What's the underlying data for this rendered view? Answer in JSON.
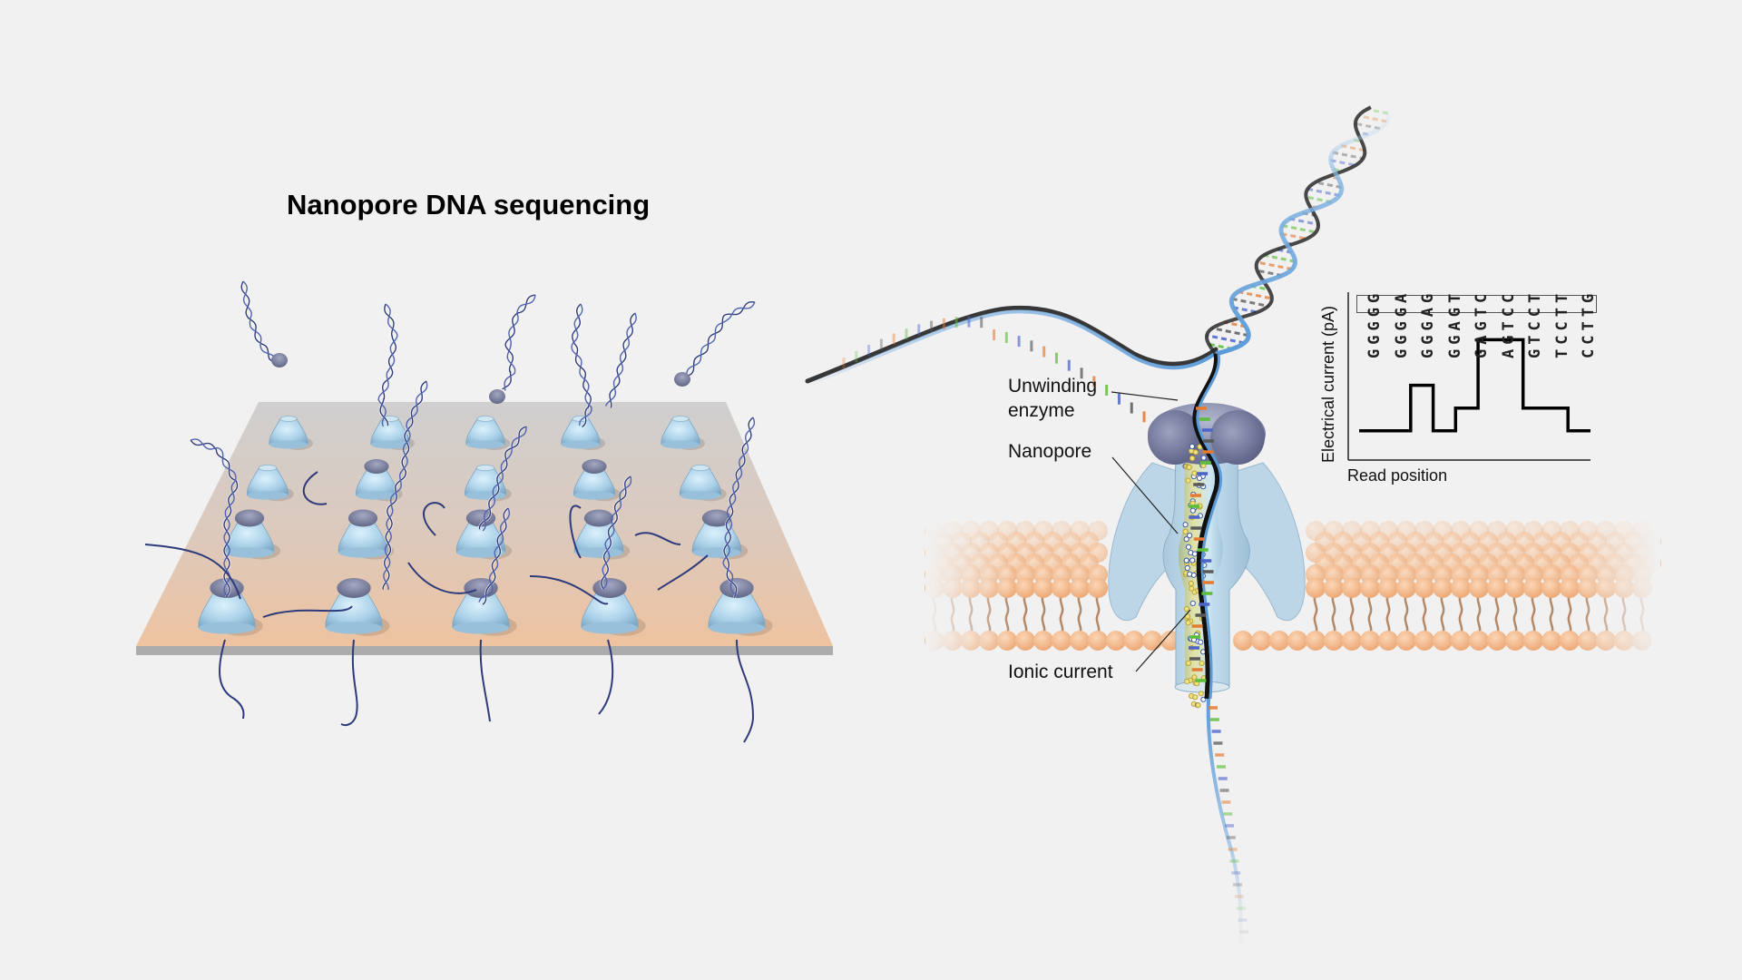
{
  "title": "Nanopore DNA sequencing",
  "labels": {
    "unwinding_enzyme_line1": "Unwinding",
    "unwinding_enzyme_line2": "enzyme",
    "nanopore": "Nanopore",
    "ionic_current": "Ionic current"
  },
  "colors": {
    "background": "#f1f1f1",
    "pore_body": "#b9d6e8",
    "pore_dark": "#8eb3cc",
    "enzyme": "#6e7394",
    "enzyme_light": "#9aa0bd",
    "dna_backbone_blue": "#5b9bd8",
    "dna_backbone_dark": "#1a1a1a",
    "strand_navy": "#2e3a7a",
    "membrane_head": "#f2b07e",
    "membrane_tail": "#a0643a",
    "plate_top": "#d0d0d0",
    "plate_bottom": "#ecc6a6",
    "plate_edge": "#aaaaaa",
    "base_orange": "#e47b34",
    "base_green": "#5cbf3a",
    "base_blue": "#4b63c9",
    "base_gray": "#5a5a5a",
    "ion_yellow": "#f2e27a"
  },
  "chart_data": {
    "type": "line",
    "title": "",
    "xlabel": "Read position",
    "ylabel": "Electrical current (pA)",
    "step": true,
    "categories": [
      "GGGGG",
      "GGGGA",
      "GGGAG",
      "GGAGT",
      "GAGTC",
      "AGTCC",
      "GTCCT",
      "TCCTT",
      "CCTTG"
    ],
    "highlighted_bases": [
      "G",
      "A",
      "G",
      "T",
      "C",
      "C",
      "T",
      "T",
      "G"
    ],
    "values": [
      1,
      2,
      1,
      1.5,
      3,
      3,
      1.5,
      1.5,
      1
    ],
    "ylim": [
      0,
      3.5
    ],
    "grid": false,
    "legend": "none"
  }
}
